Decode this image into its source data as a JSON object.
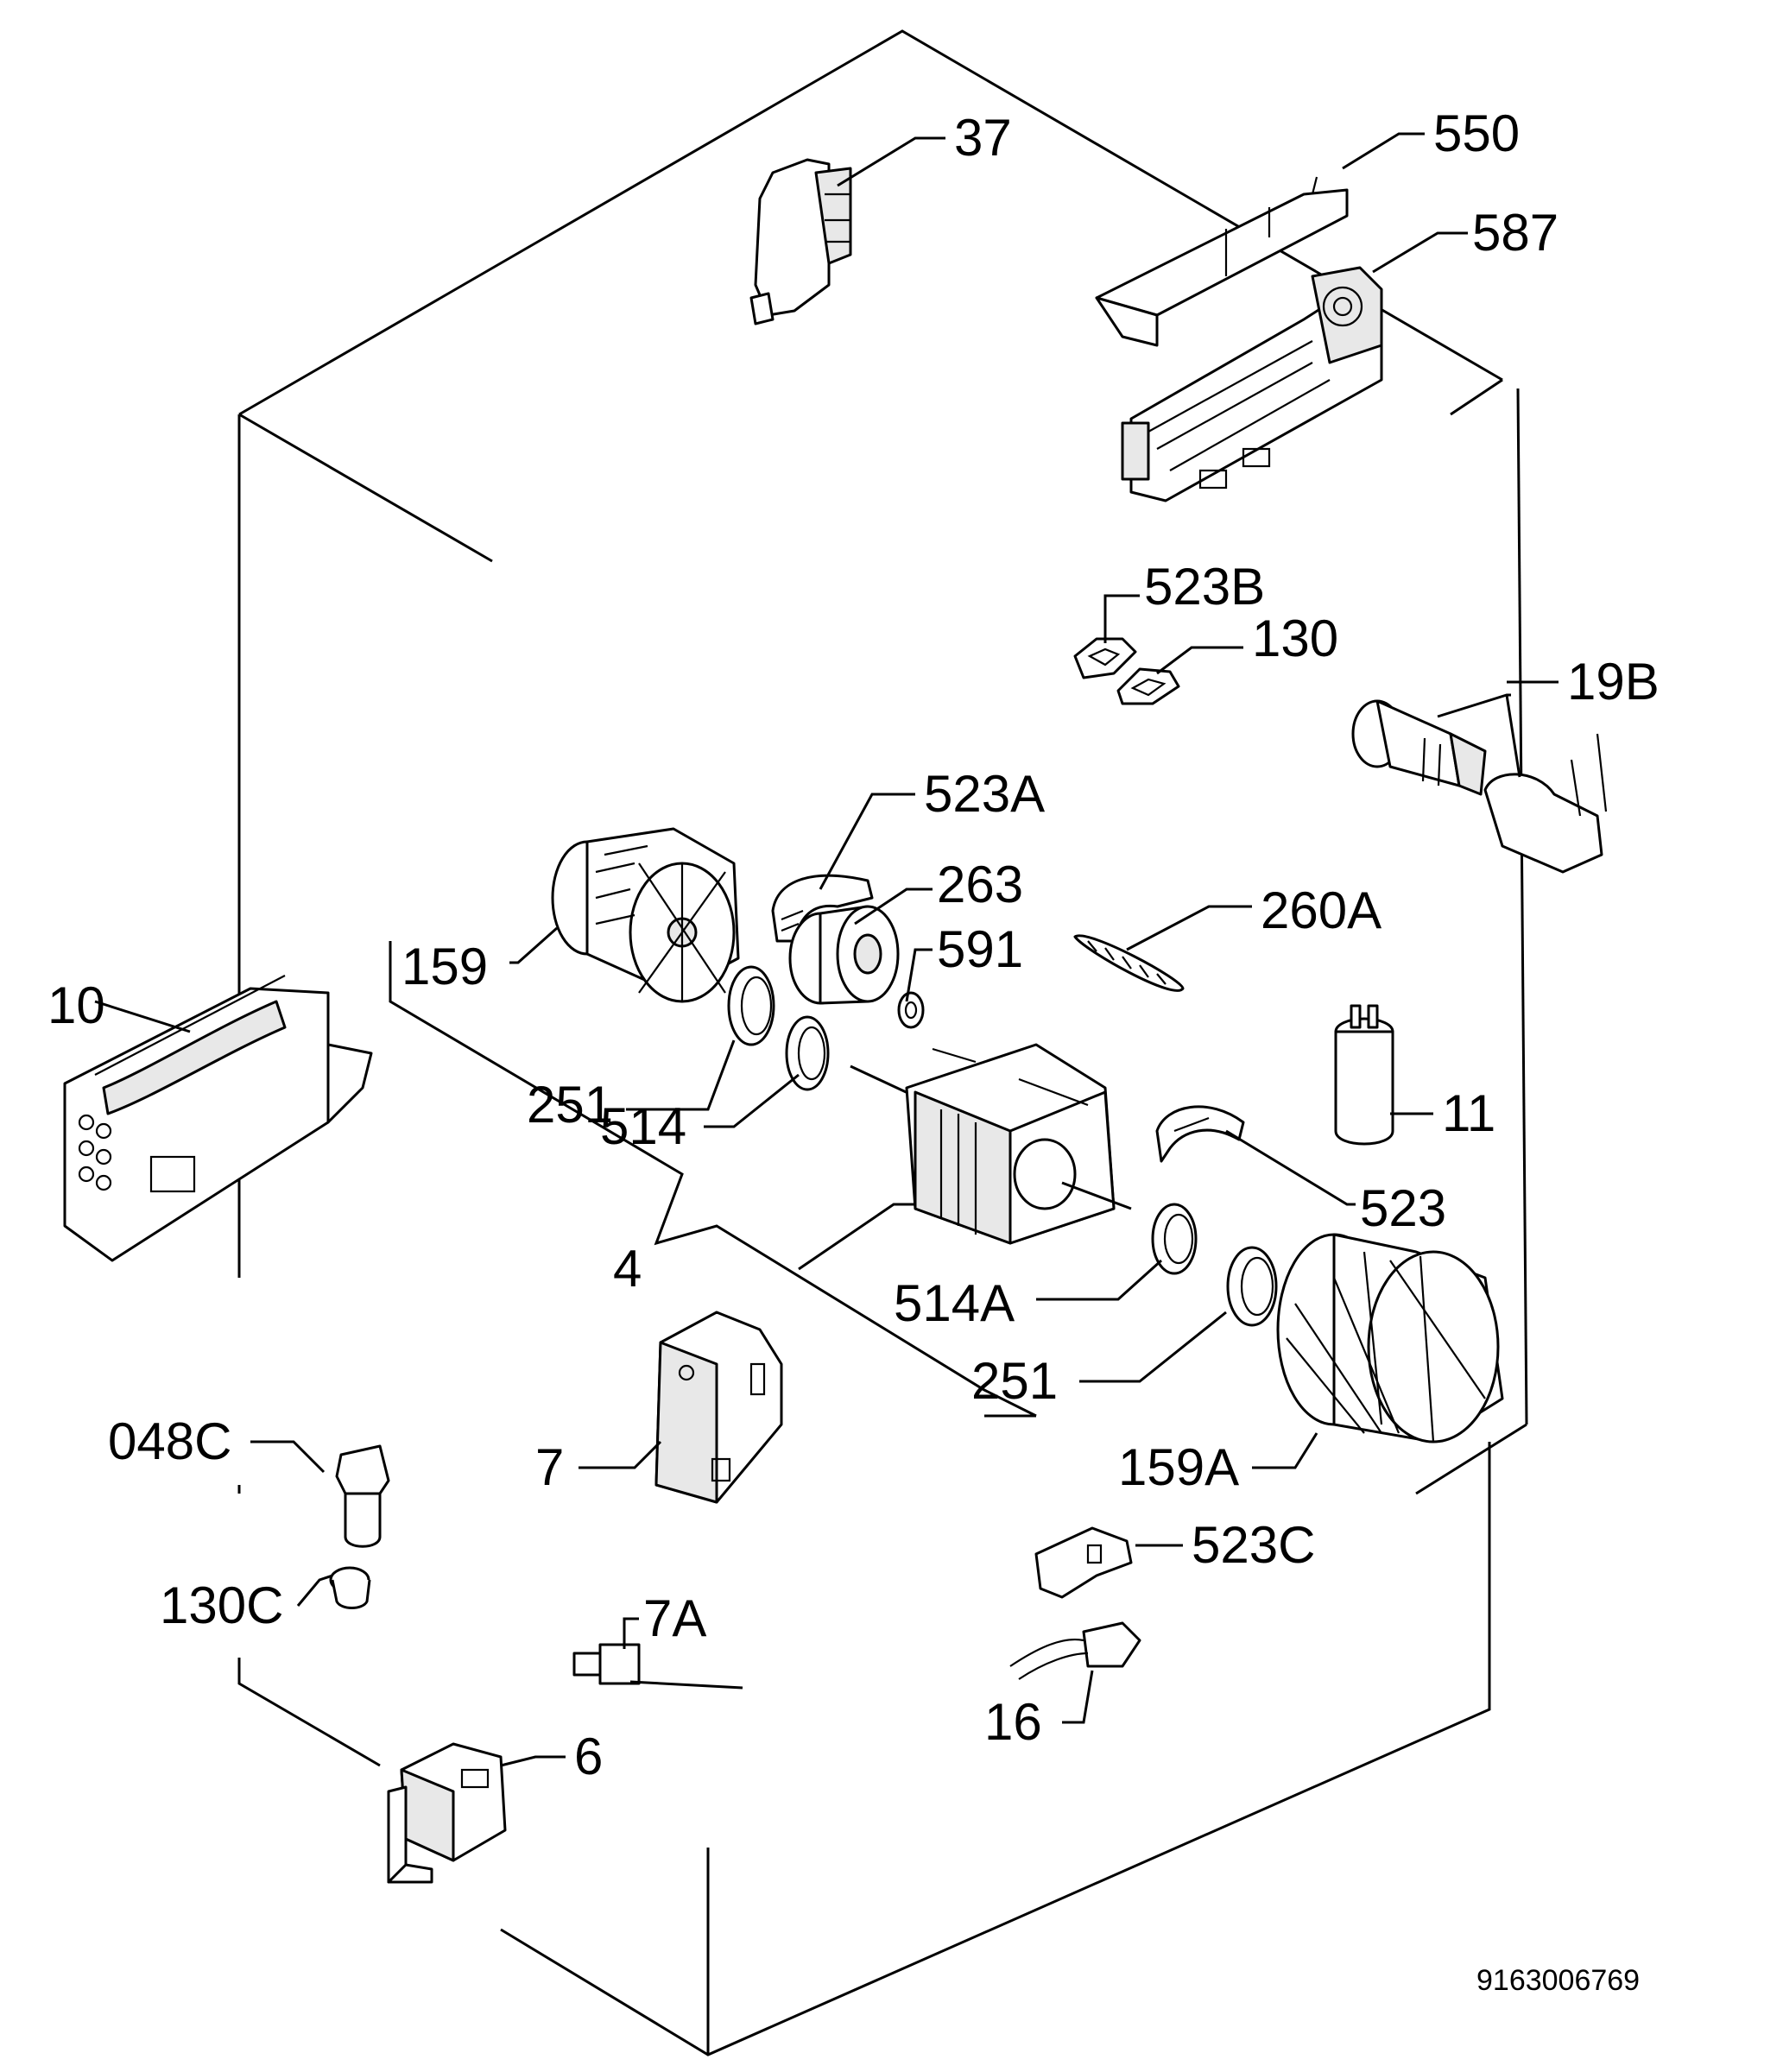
{
  "callouts": {
    "c37": "37",
    "c550": "550",
    "c587": "587",
    "c523B": "523B",
    "c130": "130",
    "c19B": "19B",
    "c523A": "523A",
    "c263": "263",
    "c260A": "260A",
    "c159": "159",
    "c591": "591",
    "c10": "10",
    "c251_upper": "251",
    "c514_upper": "514",
    "c11": "11",
    "c523": "523",
    "c4": "4",
    "c514A": "514A",
    "c251_lower": "251",
    "c048C": "048C",
    "c7": "7",
    "c159A": "159A",
    "c523C": "523C",
    "c130C": "130C",
    "c7A": "7A",
    "c16": "16",
    "c6": "6"
  },
  "document_number": "9163006769"
}
